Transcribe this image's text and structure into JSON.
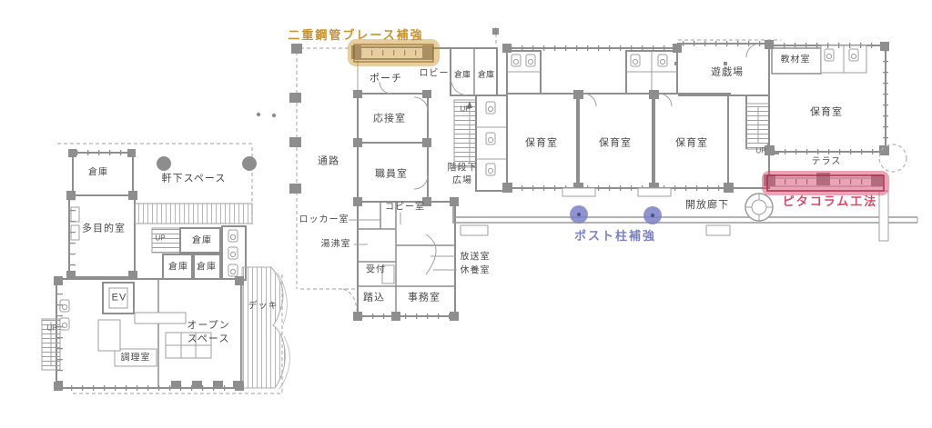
{
  "colors": {
    "wall": "#8e8e8e",
    "text": "#4a4a4a",
    "brace_accent": "#c8922f",
    "pita_accent": "#d8496b",
    "post_accent": "#7b80c5"
  },
  "annotations": {
    "brace": "二重鋼管ブレース補強",
    "pita": "ピタコラム工法",
    "post": "ポスト柱補強"
  },
  "labels": {
    "storage": "倉庫",
    "eaves_space": "軒下スペース",
    "multipurpose": "多目的室",
    "up": "UP",
    "ev": "EV",
    "open_space": "オープン\nスペース",
    "deck": "デッキ",
    "kitchen": "調理室",
    "porch": "ポーチ",
    "lobby": "ロビー",
    "reception_room": "応接室",
    "passage": "通路",
    "staff_room": "職員室",
    "locker_room": "ロッカー室",
    "copy_room": "コピー室",
    "kitchenette": "湯沸室",
    "front_desk": "受付",
    "entry_step": "踏込",
    "office": "事務室",
    "broadcast_room": "放送室",
    "rest_room": "休養室",
    "under_stairs_plaza": "階段下\n広場",
    "nursery_room": "保育室",
    "open_corridor": "開放廊下",
    "playroom": "遊戯場",
    "materials_room": "教材室",
    "terrace": "テラス"
  }
}
